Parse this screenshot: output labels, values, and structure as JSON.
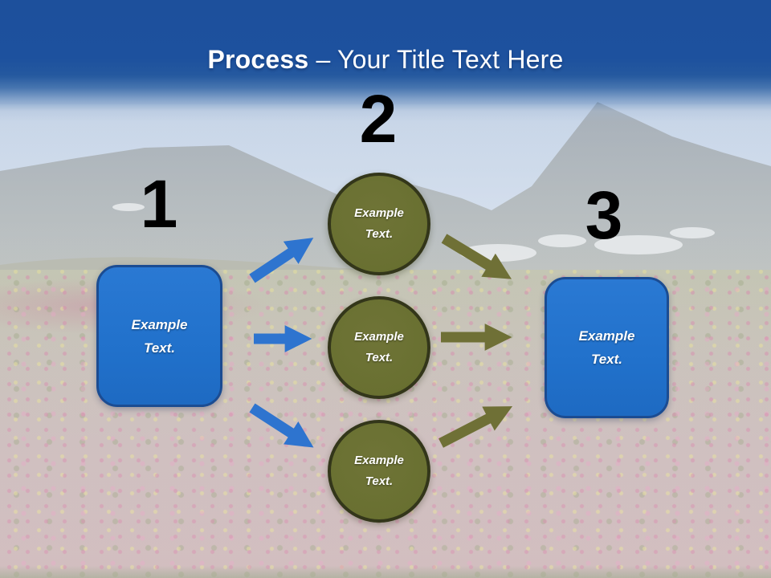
{
  "title": {
    "emphasis": "Process",
    "rest": " – Your Title Text Here"
  },
  "steps": [
    {
      "number": "1"
    },
    {
      "number": "2"
    },
    {
      "number": "3"
    }
  ],
  "left_box": {
    "label": "Example Text."
  },
  "right_box": {
    "label": "Example Text."
  },
  "circles": [
    {
      "label": "Example Text."
    },
    {
      "label": "Example Text."
    },
    {
      "label": "Example Text."
    }
  ],
  "colors": {
    "header_blue": "#1d519e",
    "title_text": "#ffffff",
    "step_number": "#000000",
    "box_fill": "#2273cd",
    "box_border": "#1b4c92",
    "circle_fill": "#6b7033",
    "circle_border": "#33361a",
    "arrow_blue": "#2e74cf",
    "arrow_olive": "#6f7036"
  }
}
